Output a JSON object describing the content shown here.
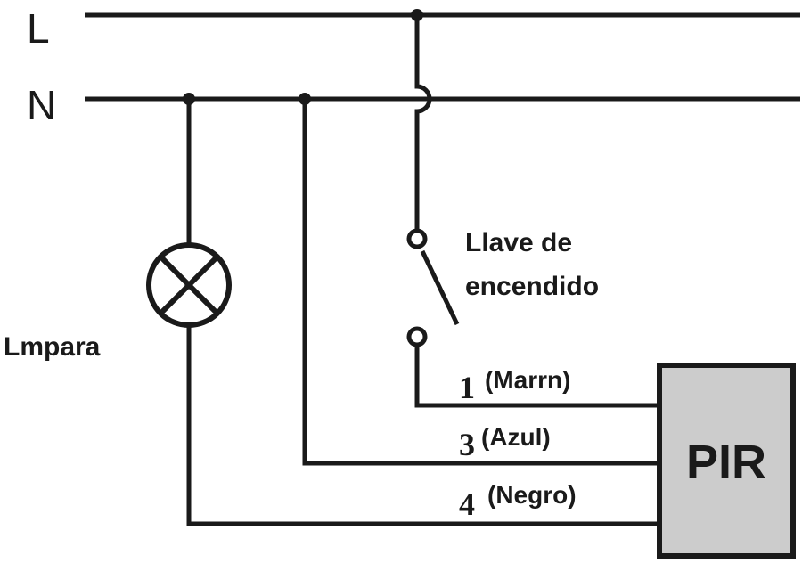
{
  "lines": {
    "live": "L",
    "neutral": "N"
  },
  "lamp": {
    "label": "Lmpara"
  },
  "switch": {
    "label_line1": "Llave de",
    "label_line2": "encendido"
  },
  "wires": [
    {
      "number": "1",
      "label": "(Marrn)"
    },
    {
      "number": "3",
      "label": "(Azul)"
    },
    {
      "number": "4",
      "label": "(Negro)"
    }
  ],
  "device": {
    "label": "PIR",
    "fill": "#cccccc"
  }
}
